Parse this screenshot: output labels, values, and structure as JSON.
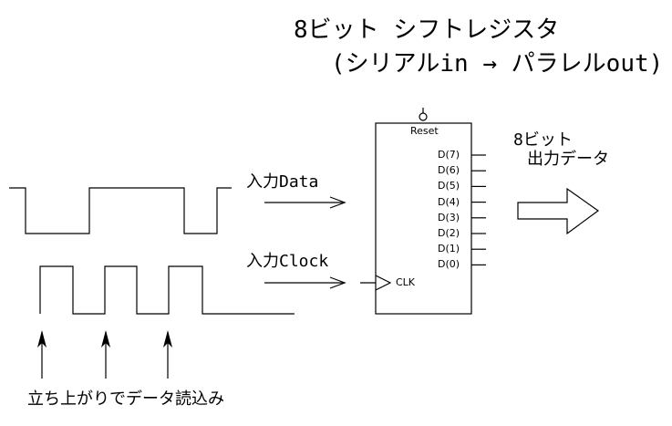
{
  "title": {
    "line1": "8ビット シフトレジスタ",
    "line2": "(シリアルin → パラレルout)"
  },
  "labels": {
    "input_data": "入力Data",
    "input_clock": "入力Clock",
    "output_line1": "8ビット",
    "output_line2": "出力データ",
    "caption": "立ち上がりでデータ読込み"
  },
  "chip": {
    "reset": "Reset",
    "clk": "CLK",
    "outputs": [
      "D(7)",
      "D(6)",
      "D(5)",
      "D(4)",
      "D(3)",
      "D(2)",
      "D(1)",
      "D(0)"
    ]
  }
}
